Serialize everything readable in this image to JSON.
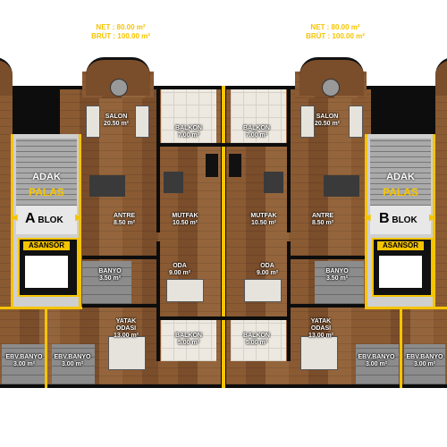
{
  "headers": {
    "left": {
      "net": "NET : 80.00 m²",
      "brut": "BRÜT : 100.00 m²"
    },
    "right": {
      "net": "NET : 80.00 m²",
      "brut": "BRÜT : 100.00 m²"
    }
  },
  "rooms": {
    "salon_left": {
      "name": "SALON",
      "area": "20.50 m²"
    },
    "salon_right": {
      "name": "SALON",
      "area": "20.50 m²"
    },
    "balkon_tl": {
      "name": "BALKON",
      "area": "7.00 m²"
    },
    "balkon_tr": {
      "name": "BALKON",
      "area": "7.00 m²"
    },
    "mutfak_left": {
      "name": "MUTFAK",
      "area": "10.50 m²"
    },
    "mutfak_right": {
      "name": "MUTFAK",
      "area": "10.50 m²"
    },
    "antre_left": {
      "name": "ANTRE",
      "area": "8.50 m²"
    },
    "antre_right": {
      "name": "ANTRE",
      "area": "8.50 m²"
    },
    "banyo_left": {
      "name": "BANYO",
      "area": "3.50 m²"
    },
    "banyo_right": {
      "name": "BANYO",
      "area": "3.50 m²"
    },
    "oda_left": {
      "name": "ODA",
      "area": "9.00 m²"
    },
    "oda_right": {
      "name": "ODA",
      "area": "9.00 m²"
    },
    "balkon_bl": {
      "name": "BALKON",
      "area": "5.00 m²"
    },
    "balkon_br": {
      "name": "BALKON",
      "area": "5.00 m²"
    },
    "yatak_left": {
      "name": "YATAK ODASI",
      "area": "13.00 m²"
    },
    "yatak_right": {
      "name": "YATAK ODASI",
      "area": "13.00 m²"
    },
    "ebv_1": {
      "name": "EBV.BANYO",
      "area": "3.00 m²"
    },
    "ebv_2": {
      "name": "EBV.BANYO",
      "area": "3.00 m²"
    },
    "ebv_3": {
      "name": "EBV.BANYO",
      "area": "3.00 m²"
    },
    "ebv_4": {
      "name": "EBV.BANYO",
      "area": "3.00 m²"
    }
  },
  "cores": {
    "a": {
      "adak": "ADAK",
      "palas": "PALAS",
      "letter": "A",
      "blok": "BLOK",
      "asansor": "ASANSÖR"
    },
    "b": {
      "adak": "ADAK",
      "palas": "PALAS",
      "letter": "B",
      "blok": "BLOK",
      "asansor": "ASANSÖR"
    }
  },
  "colors": {
    "accent": "#f5c400",
    "wall": "#0d0d0d",
    "floor": "#8a5a33"
  }
}
